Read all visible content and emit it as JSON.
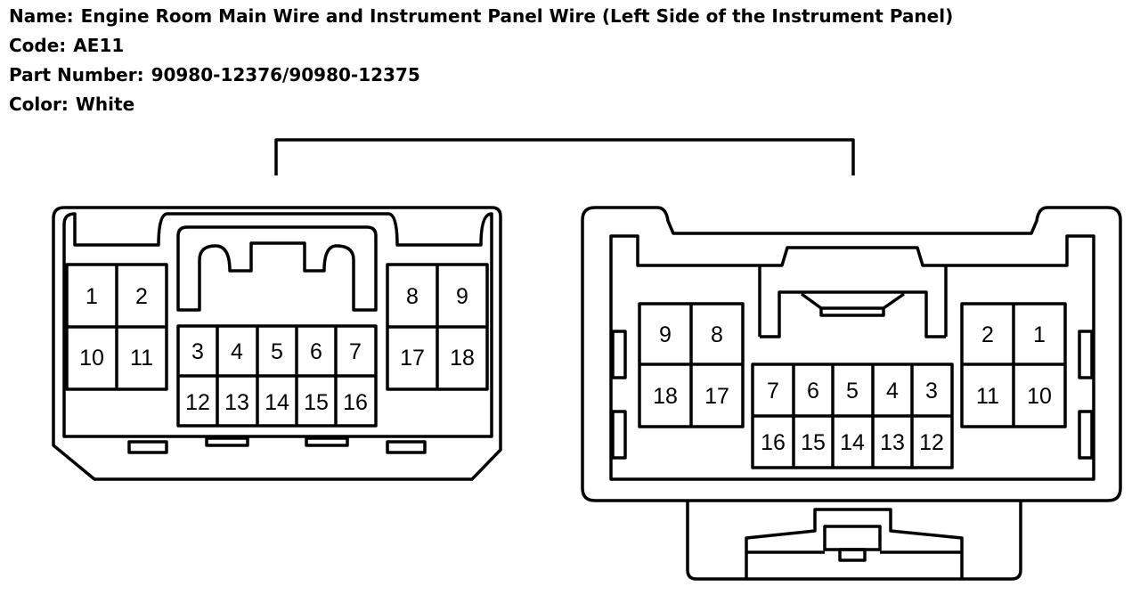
{
  "header": {
    "name_label": "Name:",
    "name_value": "Engine Room Main Wire and Instrument Panel Wire (Left Side of the Instrument Panel)",
    "code_label": "Code:",
    "code_value": "AE11",
    "part_label": "Part Number:",
    "part_value": "90980-12376/90980-12375",
    "color_label": "Color:",
    "color_value": "White"
  },
  "connectors": {
    "left": {
      "pins": {
        "p1": "1",
        "p2": "2",
        "p10": "10",
        "p11": "11",
        "p3": "3",
        "p4": "4",
        "p5": "5",
        "p6": "6",
        "p7": "7",
        "p12": "12",
        "p13": "13",
        "p14": "14",
        "p15": "15",
        "p16": "16",
        "p8": "8",
        "p9": "9",
        "p17": "17",
        "p18": "18"
      }
    },
    "right": {
      "pins": {
        "p9": "9",
        "p8": "8",
        "p18": "18",
        "p17": "17",
        "p7": "7",
        "p6": "6",
        "p5": "5",
        "p4": "4",
        "p3": "3",
        "p16": "16",
        "p15": "15",
        "p14": "14",
        "p13": "13",
        "p12": "12",
        "p2": "2",
        "p1": "1",
        "p11": "11",
        "p10": "10"
      }
    }
  }
}
